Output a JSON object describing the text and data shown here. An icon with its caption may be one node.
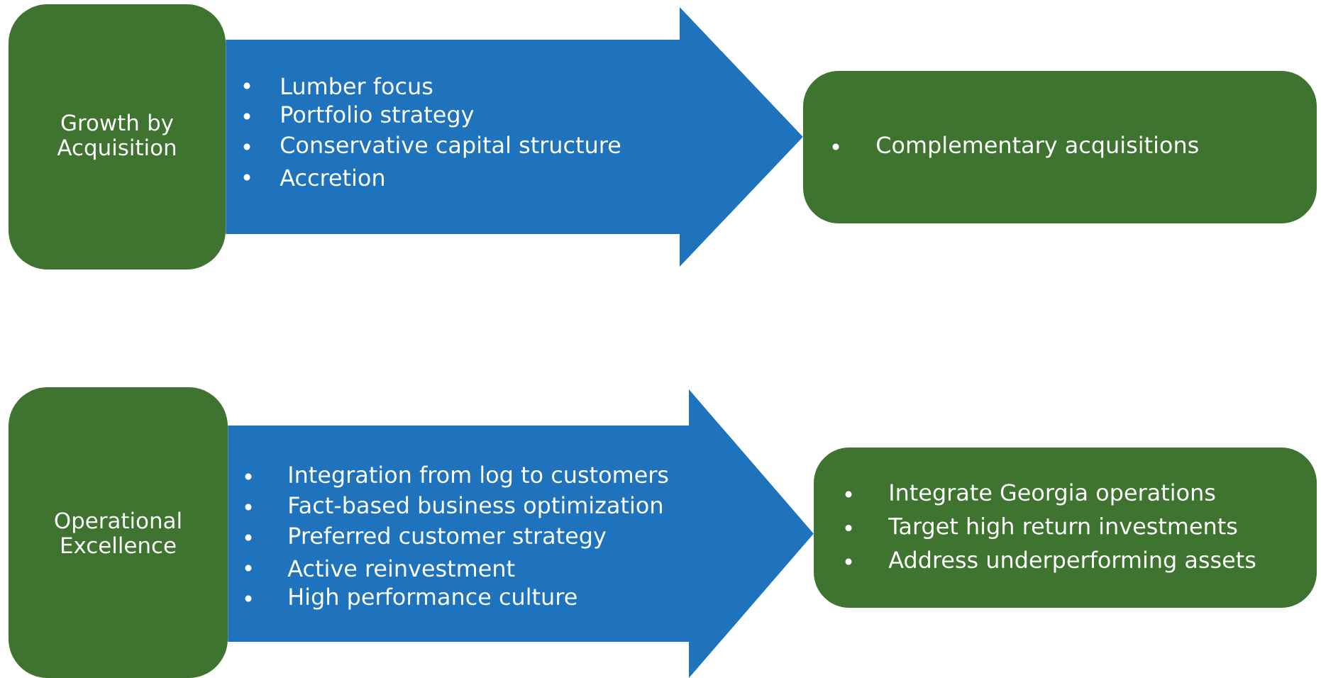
{
  "diagram": {
    "nodes": [
      {
        "text": [
          "Growth by Acquisition"
        ]
      },
      {
        "text": [
          "Lumber focus",
          "Portfolio strategy",
          "Conservative capital structure",
          "Accretion"
        ]
      },
      {
        "text": [
          "Complementary acquisitions"
        ]
      },
      {
        "text": [
          "Operational Excellence"
        ]
      },
      {
        "text": [
          "Integration from log to customers",
          "Fact-based business optimization",
          "Preferred customer strategy",
          "Active reinvestment",
          "High performance culture"
        ]
      },
      {
        "text": [
          "Integrate Georgia operations",
          "Target high return investments",
          "Address underperforming assets"
        ]
      }
    ],
    "edges": [
      {
        "from": 0,
        "to": 2,
        "arrow": "to"
      },
      {
        "from": 3,
        "to": 5,
        "arrow": "to"
      }
    ]
  }
}
